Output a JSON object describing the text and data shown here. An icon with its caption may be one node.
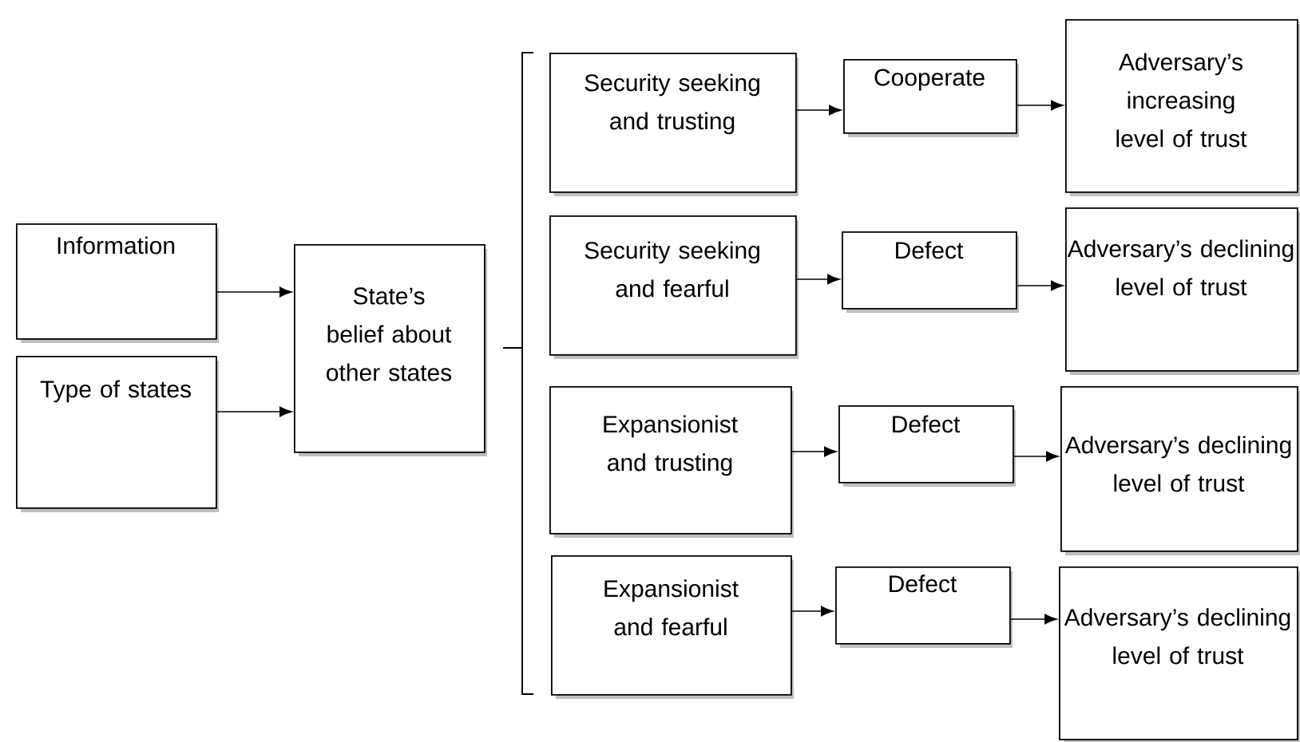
{
  "diagram": {
    "nodes": [
      {
        "text": [
          "Information"
        ]
      },
      {
        "text": [
          "Type of states"
        ]
      },
      {
        "text": [
          "State’s belief about other states"
        ]
      },
      {
        "text": [
          "Security seeking and trusting"
        ]
      },
      {
        "text": [
          "Cooperate"
        ]
      },
      {
        "text": [
          "Adversary’s increasing level of trust"
        ]
      },
      {
        "text": [
          "Security seeking and fearful"
        ]
      },
      {
        "text": [
          "Defect"
        ]
      },
      {
        "text": [
          "Adversary’s declining level of trust"
        ]
      },
      {
        "text": [
          "Expansionist and trusting"
        ]
      },
      {
        "text": [
          "Defect"
        ]
      },
      {
        "text": [
          "Adversary’s declining level of trust"
        ]
      },
      {
        "text": [
          "Expansionist and fearful"
        ]
      },
      {
        "text": [
          "Defect"
        ]
      },
      {
        "text": [
          "Adversary’s declining level of trust"
        ]
      }
    ],
    "edges": [
      {
        "from": 0,
        "to": 2,
        "arrow": "to"
      },
      {
        "from": 1,
        "to": 2,
        "arrow": "to"
      },
      {
        "from": 3,
        "to": 4,
        "arrow": "to"
      },
      {
        "from": 4,
        "to": 5,
        "arrow": "to"
      },
      {
        "from": 6,
        "to": 7,
        "arrow": "to"
      },
      {
        "from": 7,
        "to": 8,
        "arrow": "to"
      },
      {
        "from": 9,
        "to": 10,
        "arrow": "to"
      },
      {
        "from": 10,
        "to": 11,
        "arrow": "to"
      },
      {
        "from": 12,
        "to": 13,
        "arrow": "to"
      },
      {
        "from": 13,
        "to": 14,
        "arrow": "to"
      }
    ]
  }
}
